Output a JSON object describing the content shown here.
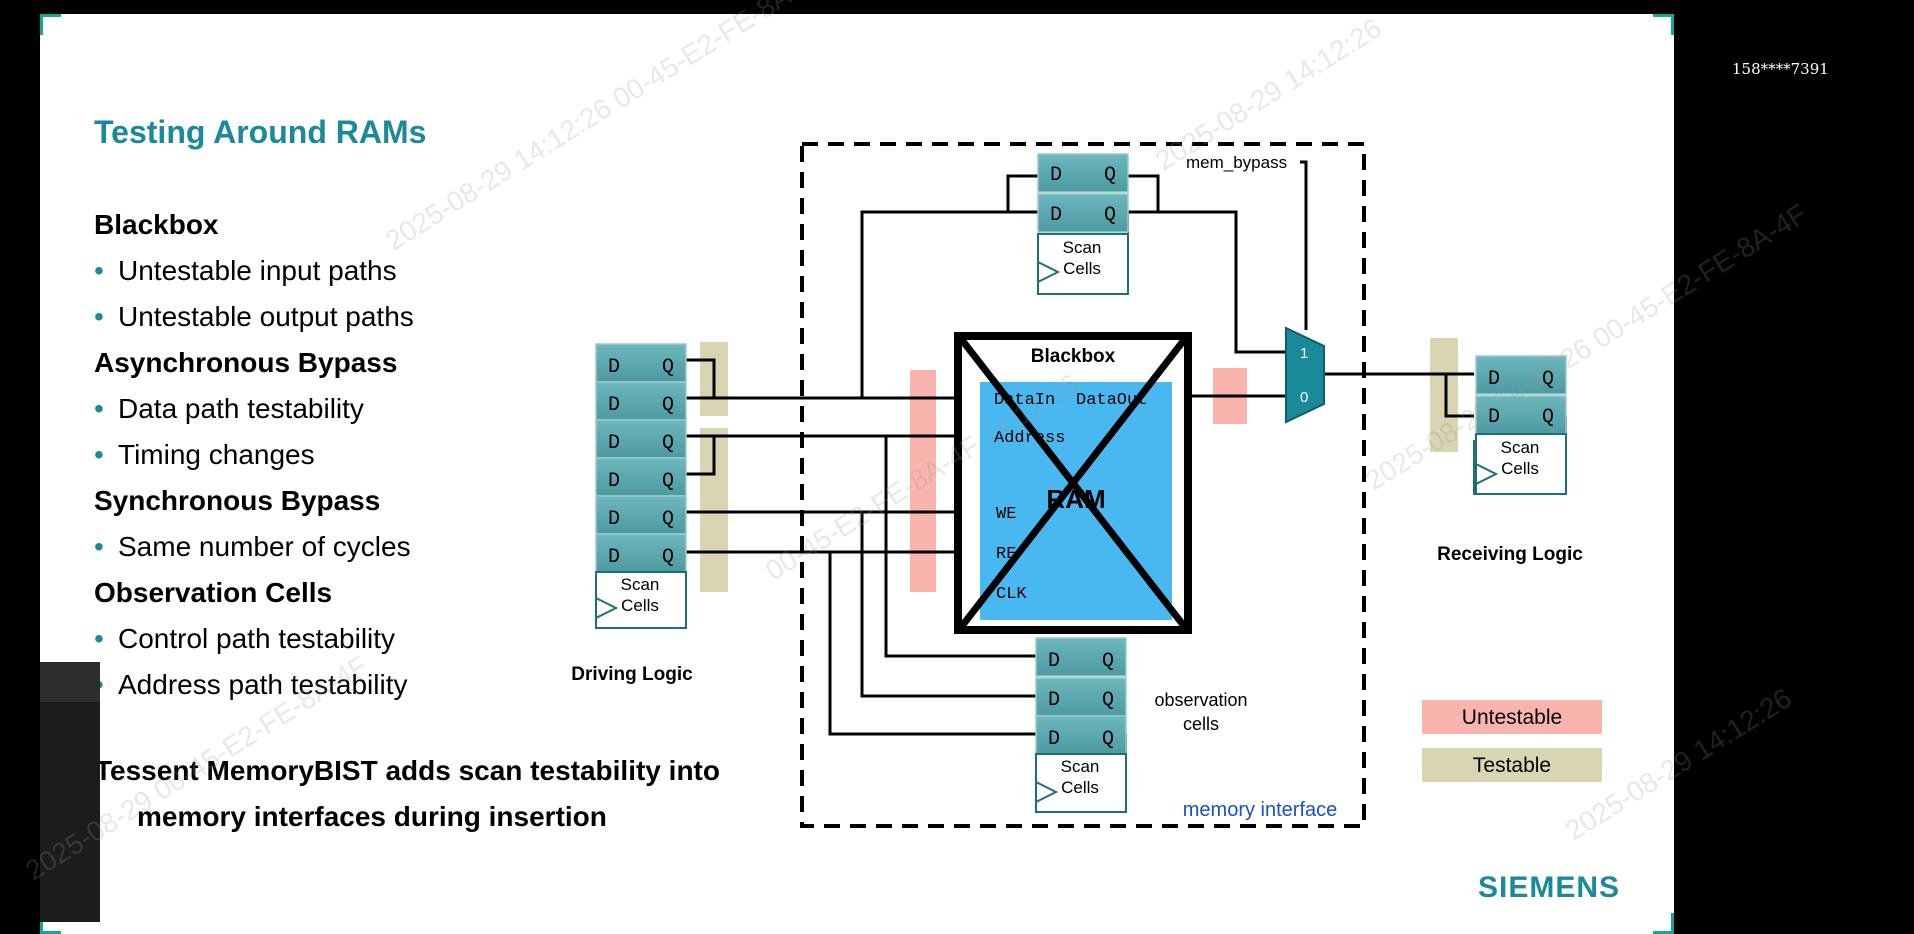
{
  "slide": {
    "title": "Testing Around RAMs",
    "sections": [
      {
        "heading": "Blackbox",
        "items": [
          "Untestable input paths",
          "Untestable output paths"
        ]
      },
      {
        "heading": "Asynchronous Bypass",
        "items": [
          "Data path testability",
          "Timing changes"
        ]
      },
      {
        "heading": "Synchronous Bypass",
        "items": [
          "Same number of cycles"
        ]
      },
      {
        "heading": "Observation Cells",
        "items": [
          "Control path testability",
          "Address path testability"
        ]
      }
    ],
    "closing": [
      "Tessent MemoryBIST adds scan testability into",
      "memory interfaces during insertion"
    ],
    "logo": "SIEMENS"
  },
  "diagram": {
    "flop_d": "D",
    "flop_q": "Q",
    "scan_cells_line1": "Scan",
    "scan_cells_line2": "Cells",
    "mem_bypass": "mem_bypass",
    "blackbox": "Blackbox",
    "ram": "RAM",
    "ports": {
      "data_in": "DataIn",
      "data_out": "DataOut",
      "address": "Address",
      "we": "WE",
      "re": "RE",
      "clk": "CLK"
    },
    "mux_1": "1",
    "mux_0": "0",
    "driving_logic": "Driving Logic",
    "receiving_logic": "Receiving Logic",
    "observation_cells_line1": "observation",
    "observation_cells_line2": "cells",
    "memory_interface": "memory interface",
    "legend": {
      "untestable": "Untestable",
      "testable": "Testable"
    }
  },
  "colors": {
    "accent": "#1a8a9a",
    "flop_fill": "#5aa7ae",
    "ram_fill": "#4ab8f0",
    "untestable": "#f9b5ad",
    "testable": "#d9d4b1",
    "memory_interface_text": "#1a4fd0"
  },
  "overlay": {
    "side_id": "158****7391",
    "watermark_date": "2025-08-29",
    "watermark_time": "14:12:26",
    "watermark_id": "00-45-E2-FE-8A-4F"
  }
}
